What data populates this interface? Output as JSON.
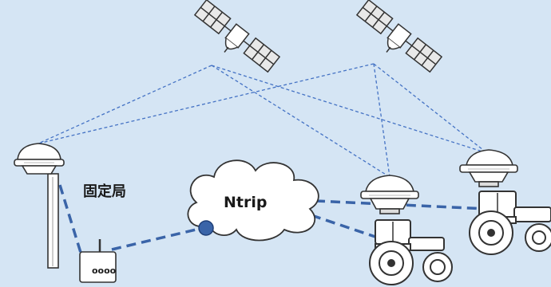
{
  "diagram": {
    "base_station_label": "固定局",
    "cloud_label": "Ntrip",
    "router_label": "oooo",
    "colors": {
      "background": "#d5e5f4",
      "link_line": "#4472c4",
      "dashed_data_link": "#3a64a8",
      "equipment_outline": "#333333",
      "equipment_fill": "#ffffff"
    },
    "icons": [
      "satellite-icon",
      "gnss-antenna-icon",
      "cloud-icon",
      "router-icon",
      "tractor-icon"
    ]
  }
}
